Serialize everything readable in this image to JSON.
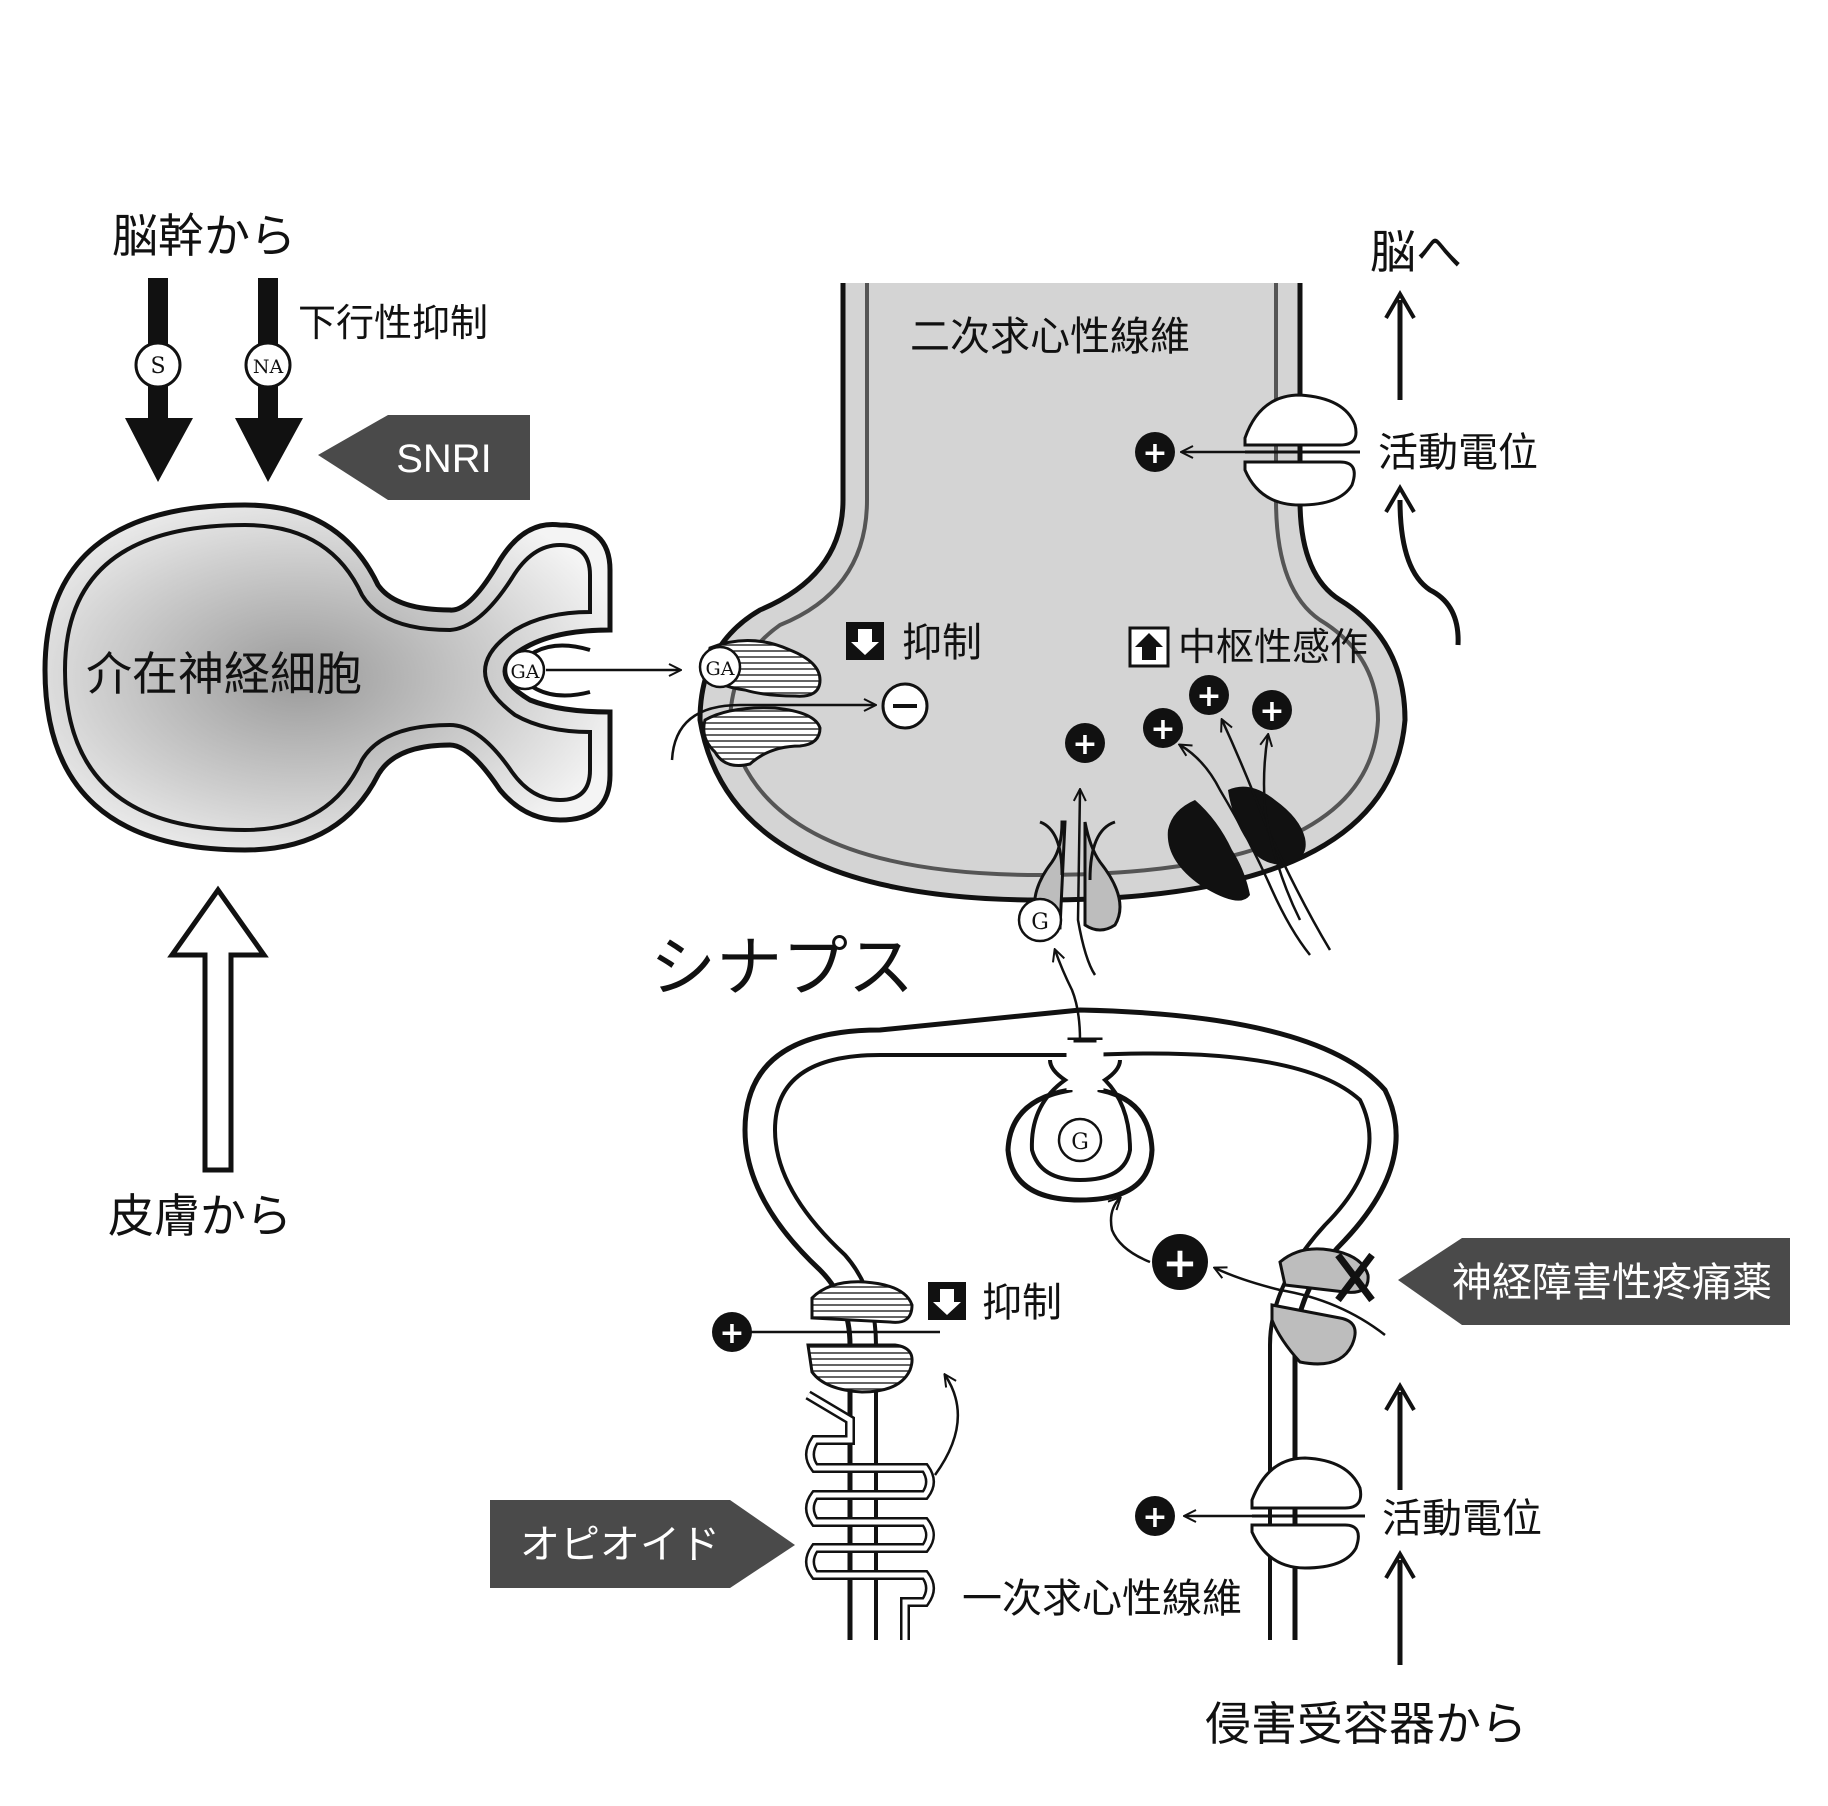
{
  "labels": {
    "from_brainstem": "脳幹から",
    "descending_inhibition": "下行性抑制",
    "from_skin": "皮膚から",
    "interneuron": "介在神経細胞",
    "secondary_fiber": "二次求心性線維",
    "to_brain": "脳へ",
    "action_potential_top": "活動電位",
    "inhibition_top": "抑制",
    "central_sensitization": "中枢性感作",
    "synapse": "シナプス",
    "inhibition_bottom": "抑制",
    "primary_fiber": "一次求心性線維",
    "action_potential_bottom": "活動電位",
    "from_nociceptor": "侵害受容器から"
  },
  "drugs": {
    "snri": "SNRI",
    "neuropathic": "神経障害性疼痛薬",
    "opioid": "オピオイド"
  },
  "markers": {
    "serotonin": "S",
    "noradrenaline": "NA",
    "gaba": "GA",
    "glutamate": "G",
    "plus": "+",
    "minus": "−"
  },
  "colors": {
    "dark_tag": "#4a4a4a",
    "cell_fill": "#d9d9d9",
    "receptor_gray": "#bdbdbd",
    "receptor_black": "#111111"
  }
}
